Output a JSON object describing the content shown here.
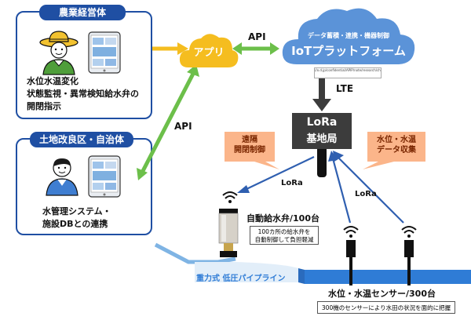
{
  "farm_panel": {
    "title": "農業経営体",
    "lines": [
      "水位水温変化",
      "状態監視・異常検知給水弁の",
      "開閉指示"
    ]
  },
  "land_panel": {
    "title": "土地改良区・自治体",
    "lines": [
      "水管理システム・",
      "施設DBとの連携"
    ]
  },
  "app": {
    "label": "アプリ"
  },
  "iot": {
    "subtitle": "データ蓄積・連携・機器制御",
    "title": "IoTプラットフォーム"
  },
  "api_top": "API",
  "api_left": "API",
  "lte": "LTE",
  "url_caption": "//o.d.jp/confidential/APIP/note/research/ch.pmg",
  "base_station": {
    "line1": "LoRa",
    "line2": "基地局"
  },
  "callout_left": {
    "line1": "遠隔",
    "line2": "開閉制御"
  },
  "callout_right": {
    "line1": "水位・水温",
    "line2": "データ収集"
  },
  "lora_labels": [
    "LoRa",
    "LoRa"
  ],
  "valve": {
    "label": "自動給水弁/100台",
    "note_line1": "100カ所の給水弁を",
    "note_line2": "自動制御して負担軽減"
  },
  "pipeline": "重力式 低圧パイプライン",
  "sensor": {
    "label": "水位・水温センサー/300台",
    "note": "300機のセンサーにより水田の状況を面的に把握"
  },
  "colors": {
    "navy": "#1f4fa3",
    "yellow": "#f5bd1f",
    "green": "#6cbf4a",
    "cloud_blue": "#5b93d8",
    "dark_gray": "#3c3c3c",
    "callout_orange": "#fbb58a",
    "water_blue": "#2f7cd6"
  }
}
